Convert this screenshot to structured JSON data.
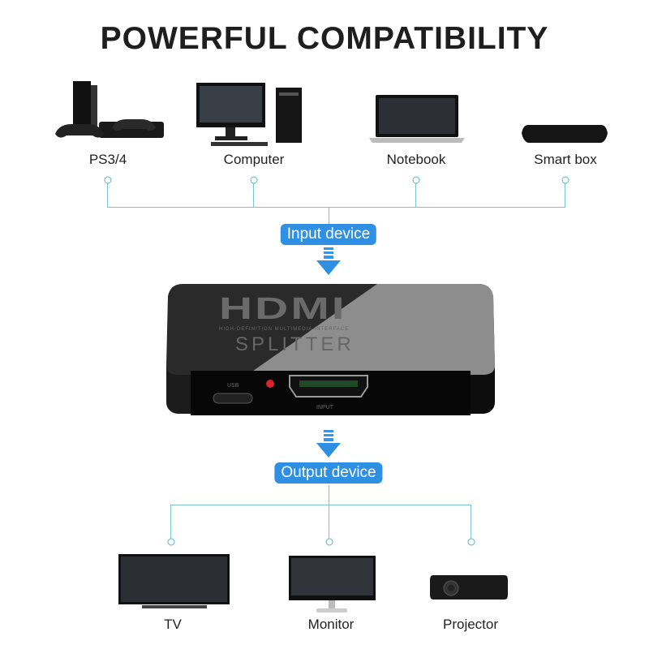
{
  "title": "POWERFUL COMPATIBILITY",
  "inputs": [
    {
      "label": "PS3/4",
      "icon": "game-console-icon"
    },
    {
      "label": "Computer",
      "icon": "desktop-computer-icon"
    },
    {
      "label": "Notebook",
      "icon": "laptop-icon"
    },
    {
      "label": "Smart box",
      "icon": "set-top-box-icon"
    }
  ],
  "input_label": "Input device",
  "output_label": "Output device",
  "device": {
    "brand": "HDMI",
    "tagline": "HIGH-DEFINITION MULTIMEDIA INTERFACE",
    "name": "SPLITTER",
    "usb_label": "USB",
    "port_label": "INPUT"
  },
  "outputs": [
    {
      "label": "TV",
      "icon": "tv-icon"
    },
    {
      "label": "Monitor",
      "icon": "monitor-icon"
    },
    {
      "label": "Projector",
      "icon": "projector-icon"
    }
  ],
  "colors": {
    "accent": "#2f8fe3",
    "line": "#7cc3d4",
    "led": "#d9262b"
  }
}
